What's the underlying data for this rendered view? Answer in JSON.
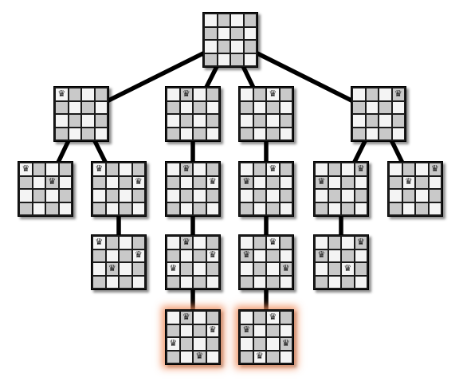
{
  "board_size": 4,
  "queen_glyph": "♛",
  "colors": {
    "light_square": "#f4f4f4",
    "dark_square": "#c9c9c9",
    "edge": "#000000",
    "solution_glow": "#f08c5a"
  },
  "nodes": [
    {
      "id": "root",
      "queens": []
    },
    {
      "id": "n1",
      "queens": [
        [
          0,
          0
        ]
      ]
    },
    {
      "id": "n2",
      "queens": [
        [
          0,
          1
        ]
      ]
    },
    {
      "id": "n3",
      "queens": [
        [
          0,
          2
        ]
      ]
    },
    {
      "id": "n4",
      "queens": [
        [
          0,
          3
        ]
      ]
    },
    {
      "id": "n1a",
      "queens": [
        [
          0,
          0
        ],
        [
          1,
          2
        ]
      ]
    },
    {
      "id": "n1b",
      "queens": [
        [
          0,
          0
        ],
        [
          1,
          3
        ]
      ]
    },
    {
      "id": "n2a",
      "queens": [
        [
          0,
          1
        ],
        [
          1,
          3
        ]
      ]
    },
    {
      "id": "n3a",
      "queens": [
        [
          0,
          2
        ],
        [
          1,
          0
        ]
      ]
    },
    {
      "id": "n4a",
      "queens": [
        [
          0,
          3
        ],
        [
          1,
          0
        ]
      ]
    },
    {
      "id": "n4b",
      "queens": [
        [
          0,
          3
        ],
        [
          1,
          1
        ]
      ]
    },
    {
      "id": "n1b1",
      "queens": [
        [
          0,
          0
        ],
        [
          1,
          3
        ],
        [
          2,
          1
        ]
      ]
    },
    {
      "id": "n2a1",
      "queens": [
        [
          0,
          1
        ],
        [
          1,
          3
        ],
        [
          2,
          0
        ]
      ]
    },
    {
      "id": "n3a1",
      "queens": [
        [
          0,
          2
        ],
        [
          1,
          0
        ],
        [
          2,
          3
        ]
      ]
    },
    {
      "id": "n4a1",
      "queens": [
        [
          0,
          3
        ],
        [
          1,
          0
        ],
        [
          2,
          2
        ]
      ]
    },
    {
      "id": "sol1",
      "queens": [
        [
          0,
          1
        ],
        [
          1,
          3
        ],
        [
          2,
          0
        ],
        [
          3,
          2
        ]
      ],
      "solution": true
    },
    {
      "id": "sol2",
      "queens": [
        [
          0,
          2
        ],
        [
          1,
          0
        ],
        [
          2,
          3
        ],
        [
          3,
          1
        ]
      ],
      "solution": true
    }
  ],
  "edges": [
    [
      "root",
      "n1"
    ],
    [
      "root",
      "n2"
    ],
    [
      "root",
      "n3"
    ],
    [
      "root",
      "n4"
    ],
    [
      "n1",
      "n1a"
    ],
    [
      "n1",
      "n1b"
    ],
    [
      "n2",
      "n2a"
    ],
    [
      "n3",
      "n3a"
    ],
    [
      "n4",
      "n4a"
    ],
    [
      "n4",
      "n4b"
    ],
    [
      "n1b",
      "n1b1"
    ],
    [
      "n2a",
      "n2a1"
    ],
    [
      "n3a",
      "n3a1"
    ],
    [
      "n4a",
      "n4a1"
    ],
    [
      "n2a1",
      "sol1"
    ],
    [
      "n3a1",
      "sol2"
    ]
  ]
}
